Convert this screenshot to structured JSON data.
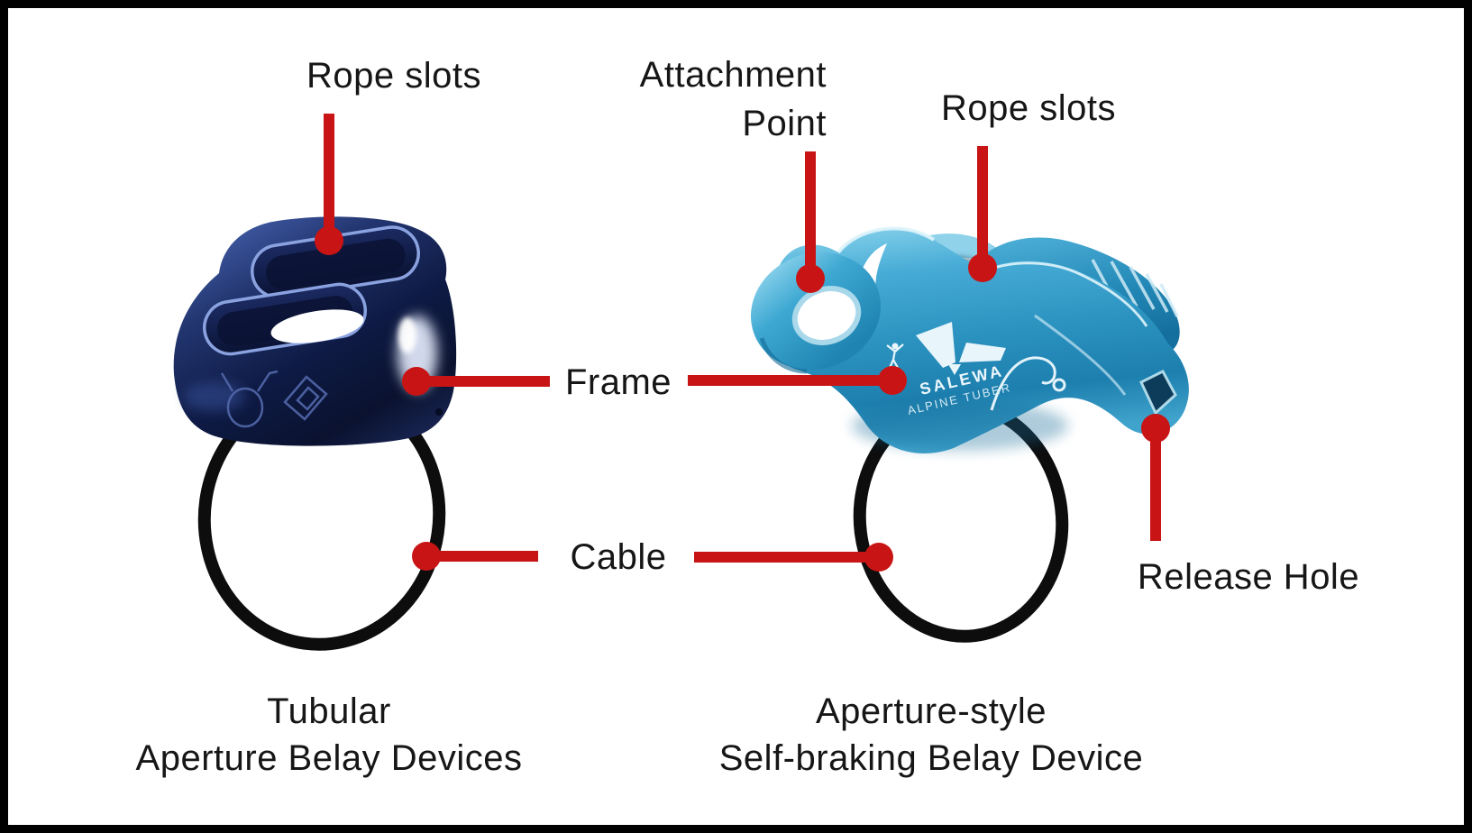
{
  "diagram": {
    "annotations": {
      "rope_slots_left": {
        "label": "Rope slots"
      },
      "attachment_point": {
        "label_line1": "Attachment",
        "label_line2": "Point"
      },
      "rope_slots_right": {
        "label": "Rope slots"
      },
      "frame": {
        "label": "Frame"
      },
      "cable": {
        "label": "Cable"
      },
      "release_hole": {
        "label": "Release Hole"
      }
    },
    "captions": {
      "left_device_line1": "Tubular",
      "left_device_line2": "Aperture Belay Devices",
      "right_device_line1": "Aperture-style",
      "right_device_line2": "Self-braking Belay Device"
    },
    "device_markings": {
      "brand": "SALEWA",
      "model": "ALPINE TUBER"
    },
    "colors": {
      "annotation_red": "#c81414",
      "left_device_navy": "#1c2d66",
      "right_device_blue": "#3aa6d2",
      "cable_black": "#0d0d0d",
      "border": "#000000",
      "background": "#ffffff",
      "text": "#161616"
    }
  }
}
